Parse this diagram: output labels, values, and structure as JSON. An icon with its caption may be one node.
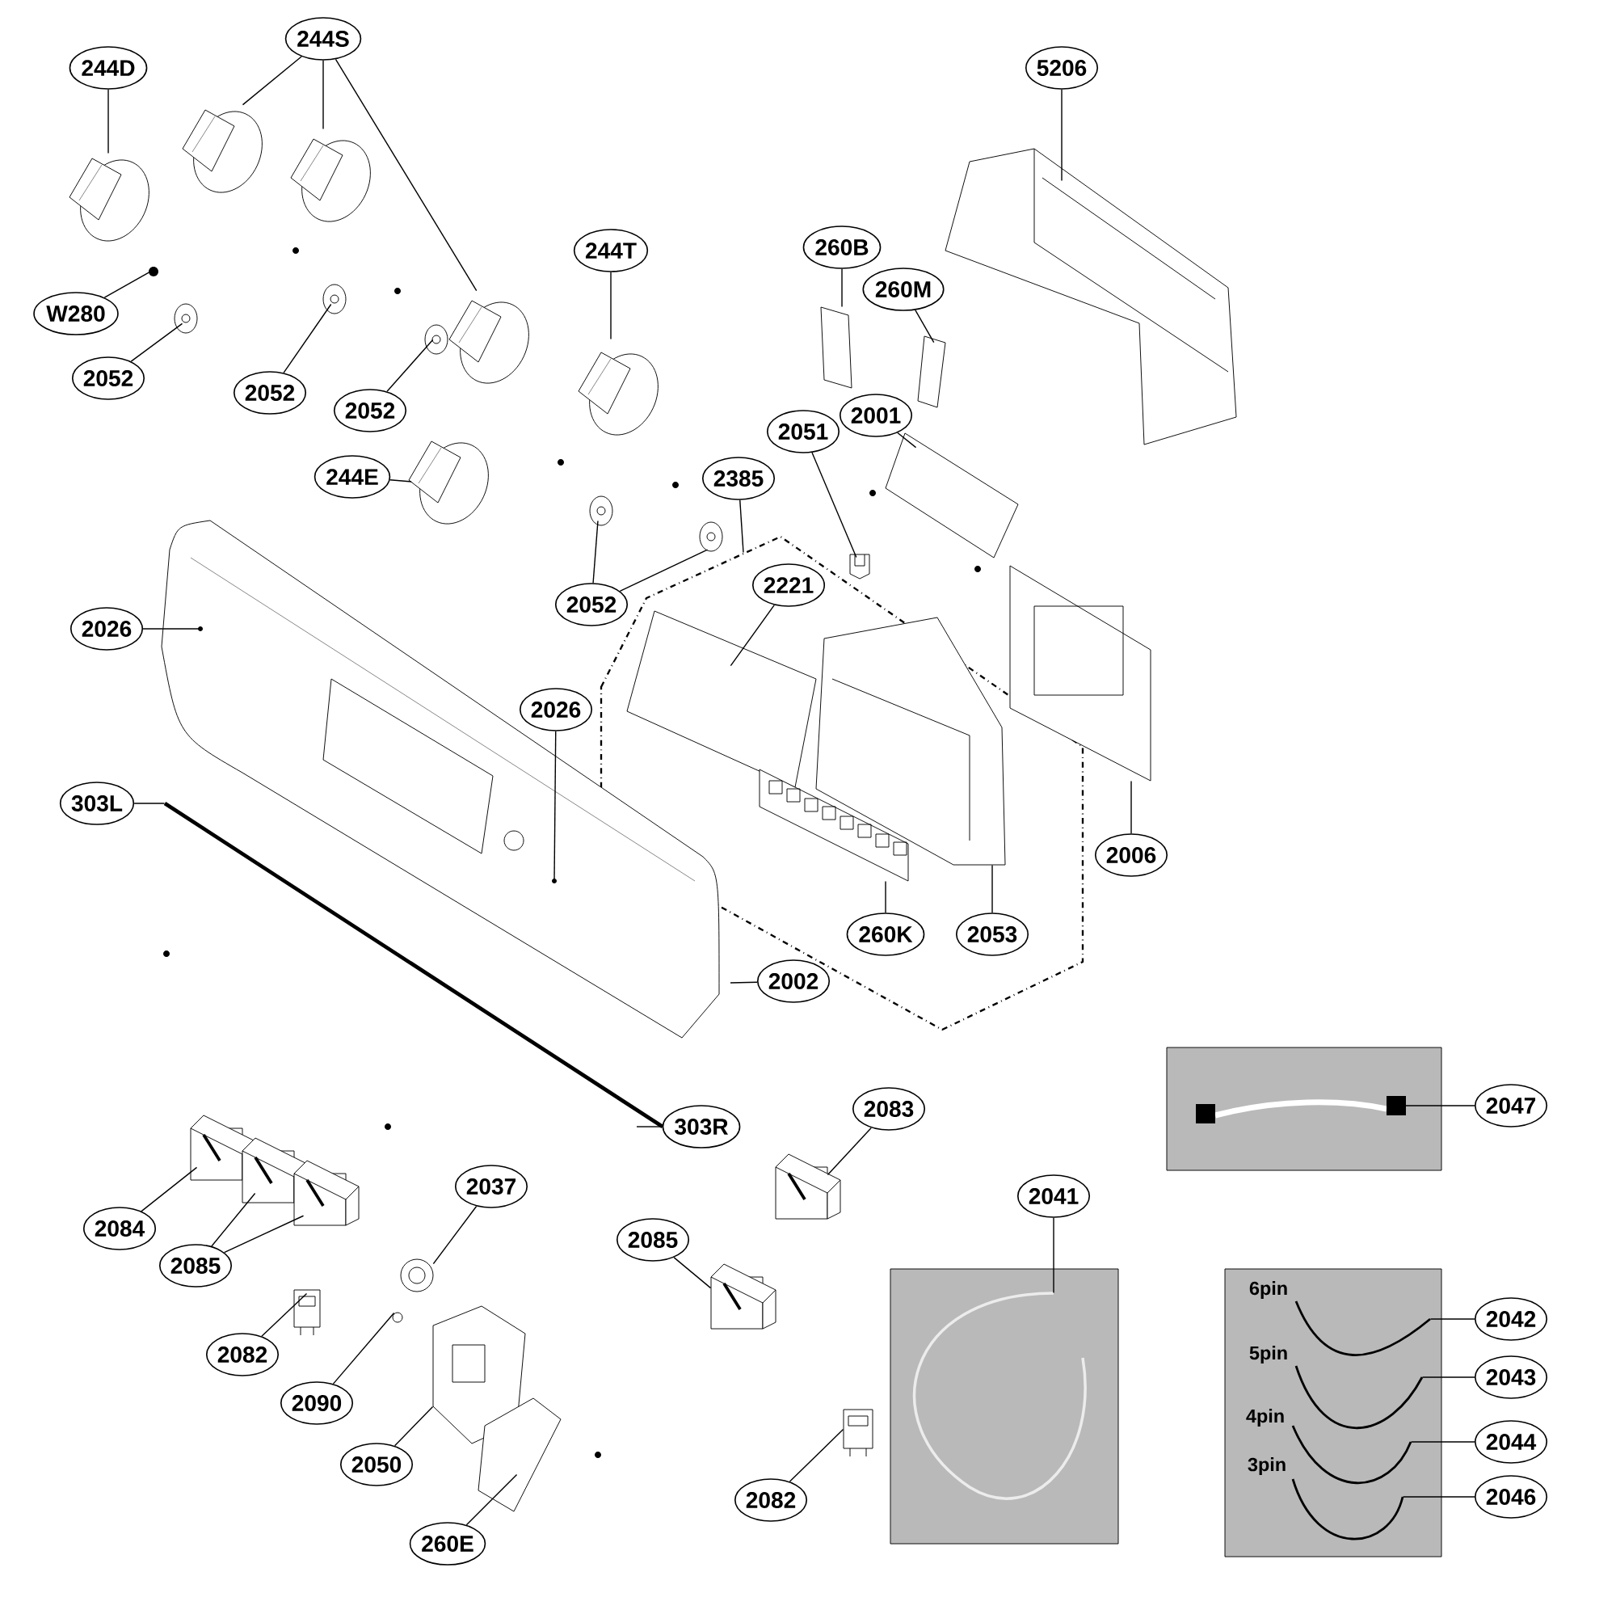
{
  "diagram": {
    "nodes": [
      {
        "text": [
          "244D"
        ]
      },
      {
        "text": [
          "244S"
        ]
      },
      {
        "text": [
          "244T"
        ]
      },
      {
        "text": [
          "W280"
        ]
      },
      {
        "text": [
          "2052"
        ]
      },
      {
        "text": [
          "2052"
        ]
      },
      {
        "text": [
          "2052"
        ]
      },
      {
        "text": [
          "244E"
        ]
      },
      {
        "text": [
          "2385"
        ]
      },
      {
        "text": [
          "2052"
        ]
      },
      {
        "text": [
          "2026"
        ]
      },
      {
        "text": [
          "2026"
        ]
      },
      {
        "text": [
          "5206"
        ]
      },
      {
        "text": [
          "260B"
        ]
      },
      {
        "text": [
          "260M"
        ]
      },
      {
        "text": [
          "2051"
        ]
      },
      {
        "text": [
          "2001"
        ]
      },
      {
        "text": [],
        "shape": "box"
      },
      {
        "text": [
          "2221"
        ],
        "in": 17
      },
      {
        "text": [
          "303L"
        ]
      },
      {
        "text": [
          "2006"
        ]
      },
      {
        "text": [
          "2053"
        ],
        "in": 17
      },
      {
        "text": [
          "260K"
        ],
        "in": 17
      },
      {
        "text": [
          "2002"
        ]
      },
      {
        "text": [
          "303R"
        ]
      },
      {
        "text": [
          "2083"
        ]
      },
      {
        "text": [
          "2047"
        ]
      },
      {
        "text": [
          "2037"
        ]
      },
      {
        "text": [
          "2041"
        ]
      },
      {
        "text": [
          "2084"
        ]
      },
      {
        "text": [
          "2085"
        ]
      },
      {
        "text": [
          "2085"
        ]
      },
      {
        "text": [
          "2082"
        ]
      },
      {
        "text": [
          "2090"
        ]
      },
      {
        "text": [
          "2050"
        ]
      },
      {
        "text": [
          "2042"
        ]
      },
      {
        "text": [
          "2043"
        ]
      },
      {
        "text": [
          "2044"
        ]
      },
      {
        "text": [
          "2046"
        ]
      },
      {
        "text": [
          "260E"
        ]
      },
      {
        "text": [
          "2082"
        ]
      },
      {
        "text": [],
        "shape": "picture"
      },
      {
        "text": [],
        "shape": "picture"
      },
      {
        "text": [],
        "shape": "picture"
      },
      {
        "text": [],
        "shape": "picture"
      },
      {
        "text": [],
        "shape": "picture"
      },
      {
        "text": [],
        "shape": "picture"
      },
      {
        "text": [],
        "shape": "picture"
      },
      {
        "text": [],
        "shape": "picture"
      },
      {
        "text": [],
        "shape": "picture"
      },
      {
        "text": [],
        "shape": "picture"
      },
      {
        "text": [],
        "shape": "picture"
      },
      {
        "text": [],
        "shape": "picture"
      },
      {
        "text": [],
        "shape": "picture"
      },
      {
        "text": [],
        "shape": "picture"
      },
      {
        "text": [],
        "shape": "picture"
      },
      {
        "text": [],
        "shape": "picture"
      },
      {
        "text": [],
        "shape": "picture"
      },
      {
        "text": [],
        "shape": "picture"
      },
      {
        "text": [],
        "shape": "picture",
        "in": 17
      },
      {
        "text": [],
        "shape": "picture"
      },
      {
        "text": [],
        "shape": "picture"
      },
      {
        "text": [],
        "shape": "picture",
        "in": 17
      },
      {
        "text": [],
        "shape": "picture",
        "in": 17
      },
      {
        "text": [],
        "shape": "picture"
      },
      {
        "text": [],
        "shape": "picture"
      },
      {
        "text": [],
        "shape": "picture"
      },
      {
        "text": [],
        "shape": "picture"
      },
      {
        "text": [],
        "shape": "picture"
      },
      {
        "text": [],
        "shape": "picture"
      },
      {
        "text": [],
        "shape": "picture"
      },
      {
        "text": [],
        "shape": "picture"
      },
      {
        "text": [],
        "shape": "picture"
      },
      {
        "text": [],
        "shape": "picture"
      },
      {
        "text": [],
        "shape": "picture"
      },
      {
        "text": [],
        "shape": "picture"
      },
      {
        "text": [],
        "shape": "picture"
      },
      {
        "text": [],
        "shape": "picture"
      },
      {
        "text": [],
        "shape": "picture"
      },
      {
        "text": [],
        "shape": "picture"
      },
      {
        "text": [],
        "shape": "picture"
      }
    ],
    "edges": [
      {
        "from": 0,
        "to": 41,
        "arrow": "none"
      },
      {
        "from": 1,
        "to": 42,
        "arrow": "none"
      },
      {
        "from": 1,
        "to": 43,
        "arrow": "none"
      },
      {
        "from": 1,
        "to": 44,
        "arrow": "none"
      },
      {
        "from": 2,
        "to": 45,
        "arrow": "none"
      },
      {
        "from": 3,
        "to": 46,
        "arrow": "none"
      },
      {
        "from": 4,
        "to": 47,
        "arrow": "none"
      },
      {
        "from": 5,
        "to": 48,
        "arrow": "none"
      },
      {
        "from": 6,
        "to": 49,
        "arrow": "none"
      },
      {
        "from": 7,
        "to": 50,
        "arrow": "none"
      },
      {
        "from": 8,
        "to": 17,
        "arrow": "none"
      },
      {
        "from": 9,
        "to": 51,
        "arrow": "none"
      },
      {
        "from": 9,
        "to": 52,
        "arrow": "none"
      },
      {
        "from": 10,
        "to": 53,
        "arrow": "none"
      },
      {
        "from": 11,
        "to": 53,
        "arrow": "none"
      },
      {
        "from": 12,
        "to": 54,
        "arrow": "none"
      },
      {
        "from": 13,
        "to": 55,
        "arrow": "none"
      },
      {
        "from": 14,
        "to": 56,
        "arrow": "none"
      },
      {
        "from": 15,
        "to": 57,
        "arrow": "none"
      },
      {
        "from": 16,
        "to": 58,
        "arrow": "none"
      },
      {
        "from": 18,
        "to": 59,
        "arrow": "none"
      },
      {
        "from": 19,
        "to": 60,
        "arrow": "none"
      },
      {
        "from": 20,
        "to": 61,
        "arrow": "none"
      },
      {
        "from": 21,
        "to": 62,
        "arrow": "none"
      },
      {
        "from": 22,
        "to": 63,
        "arrow": "none"
      },
      {
        "from": 23,
        "to": 53,
        "arrow": "none"
      },
      {
        "from": 24,
        "to": 60,
        "arrow": "none"
      },
      {
        "from": 25,
        "to": 64,
        "arrow": "none"
      },
      {
        "from": 26,
        "to": 65,
        "arrow": "none"
      },
      {
        "from": 27,
        "to": 66,
        "arrow": "none"
      },
      {
        "from": 28,
        "to": 67,
        "arrow": "none"
      },
      {
        "from": 29,
        "to": 68,
        "arrow": "none"
      },
      {
        "from": 30,
        "to": 69,
        "arrow": "none"
      },
      {
        "from": 30,
        "to": 70,
        "arrow": "none"
      },
      {
        "from": 31,
        "to": 71,
        "arrow": "none"
      },
      {
        "from": 32,
        "to": 72,
        "arrow": "none"
      },
      {
        "from": 33,
        "to": 73,
        "arrow": "none"
      },
      {
        "from": 34,
        "to": 74,
        "arrow": "none"
      },
      {
        "from": 35,
        "to": 75,
        "arrow": "none"
      },
      {
        "from": 36,
        "to": 76,
        "arrow": "none"
      },
      {
        "from": 37,
        "to": 77,
        "arrow": "none"
      },
      {
        "from": 38,
        "to": 78,
        "arrow": "none"
      },
      {
        "from": 39,
        "to": 79,
        "arrow": "none"
      },
      {
        "from": 40,
        "to": 80,
        "arrow": "none"
      }
    ],
    "labels": [
      "6pin",
      "5pin",
      "4pin",
      "3pin"
    ]
  }
}
